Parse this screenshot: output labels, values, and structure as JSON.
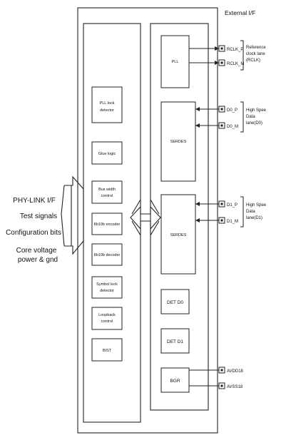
{
  "external_if_label": "External I/F",
  "left_labels": {
    "phy_link": "PHY-LINK I/F",
    "test_signals": "Test signals",
    "config_bits": "Configuration bits",
    "core_voltage_1": "Core voltage",
    "core_voltage_2": "power & gnd"
  },
  "logic_blocks": [
    {
      "lines": [
        "PLL lock",
        "detector"
      ]
    },
    {
      "lines": [
        "Glue logic"
      ]
    },
    {
      "lines": [
        "Bus width",
        "control"
      ]
    },
    {
      "lines": [
        "8b10b encoder"
      ]
    },
    {
      "lines": [
        "8b10b decoder"
      ]
    },
    {
      "lines": [
        "Symbol lock",
        "detector"
      ]
    },
    {
      "lines": [
        "Loopback",
        "control"
      ]
    },
    {
      "lines": [
        "BIST"
      ]
    }
  ],
  "analog_blocks": {
    "pll": "PLL",
    "serdes_0": "SERDES",
    "serdes_1": "SERDES",
    "det_d0": "DET D0",
    "det_d1": "DET D1",
    "bgr": "BGR"
  },
  "pins": {
    "rclk_p": "RCLK_P",
    "rclk_m": "RCLK_M",
    "d0_p": "D0_P",
    "d0_m": "D0_M",
    "d1_p": "D1_P",
    "d1_m": "D1_M",
    "avdd18": "AVDD18",
    "avss18": "AVSS18"
  },
  "groups": {
    "rclk": [
      "Reference",
      "clock lane",
      "(RCLK)"
    ],
    "d0": [
      "High Spee",
      "Data",
      "lane(D0)"
    ],
    "d1": [
      "High Spee",
      "Data",
      "lane(D1)"
    ]
  }
}
